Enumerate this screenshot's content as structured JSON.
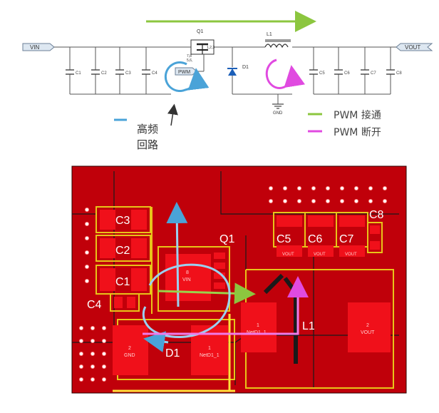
{
  "schematic": {
    "vin_label": "VIN",
    "vout_label": "VOUT",
    "gnd_label": "GND",
    "q1_label": "Q1",
    "q1_pins": [
      "7,8",
      "5,6,",
      "1,2,3"
    ],
    "pwm_label": "PWM",
    "d1_label": "D1",
    "l1_label": "L1",
    "input_caps": [
      "C1",
      "C2",
      "C3",
      "C4"
    ],
    "output_caps": [
      "C5",
      "C6",
      "C7",
      "C8"
    ]
  },
  "legend": {
    "hf_loop_line1": "高频",
    "hf_loop_line2": "回路",
    "pwm_on": "PWM 接通",
    "pwm_off": "PWM 断开",
    "colors": {
      "hf_loop": "#4aa3d8",
      "pwm_on": "#8cc63f",
      "pwm_off": "#e04ae0"
    }
  },
  "pcb": {
    "labels": {
      "c1": "C1",
      "c2": "C2",
      "c3": "C3",
      "c4": "C4",
      "c5": "C5",
      "c6": "C6",
      "c7": "C7",
      "c8": "C8",
      "q1": "Q1",
      "d1": "D1",
      "l1": "L1"
    },
    "pad_text": {
      "q1_pin": "8",
      "q1_net": "VIN",
      "gnd_pin": "2",
      "gnd_net": "GND",
      "d1_pin": "1",
      "d1_net": "NetD1_1",
      "l1_pin1": "1",
      "l1_net1": "NetD1_1",
      "l1_pin2": "2",
      "l1_net2": "VOUT",
      "cap_vout": "VOUT"
    },
    "colors": {
      "board": "#c0000a",
      "pad": "#f0101a",
      "silk": "#e8c419",
      "outline": "#1a1a1a"
    }
  }
}
